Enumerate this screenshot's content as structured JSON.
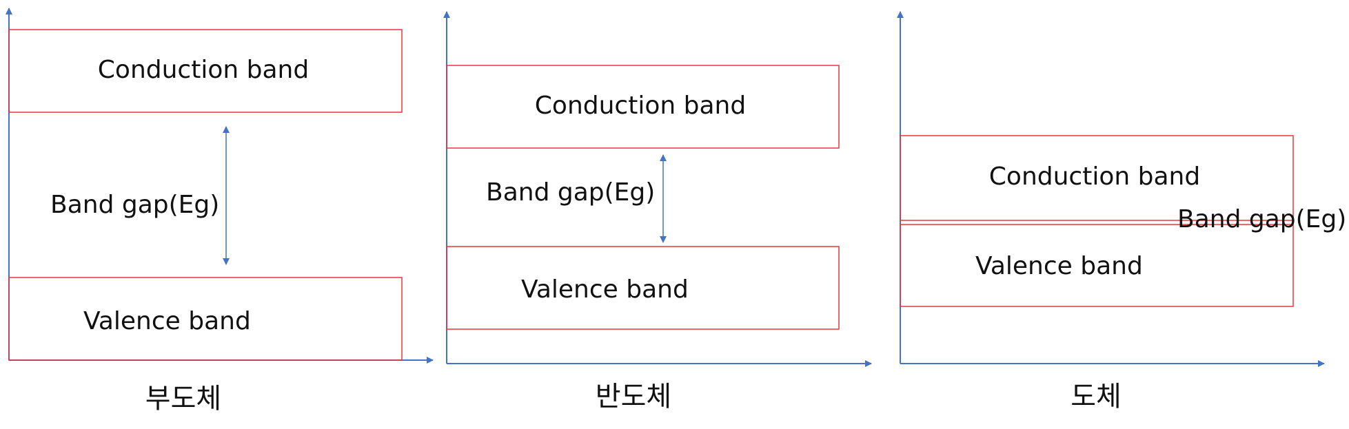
{
  "colors": {
    "axis": "#4472C4",
    "band_border": "#E8353D",
    "text": "#111111",
    "background": "#FFFFFF"
  },
  "panels": [
    {
      "caption": "부도체",
      "conduction_label": "Conduction band",
      "gap_label": "Band gap(Eg)",
      "valence_label": "Valence band"
    },
    {
      "caption": "반도체",
      "conduction_label": "Conduction band",
      "gap_label": "Band gap(Eg)",
      "valence_label": "Valence band"
    },
    {
      "caption": "도체",
      "conduction_label": "Conduction band",
      "gap_label": "Band gap(Eg)",
      "valence_label": "Valence band"
    }
  ]
}
